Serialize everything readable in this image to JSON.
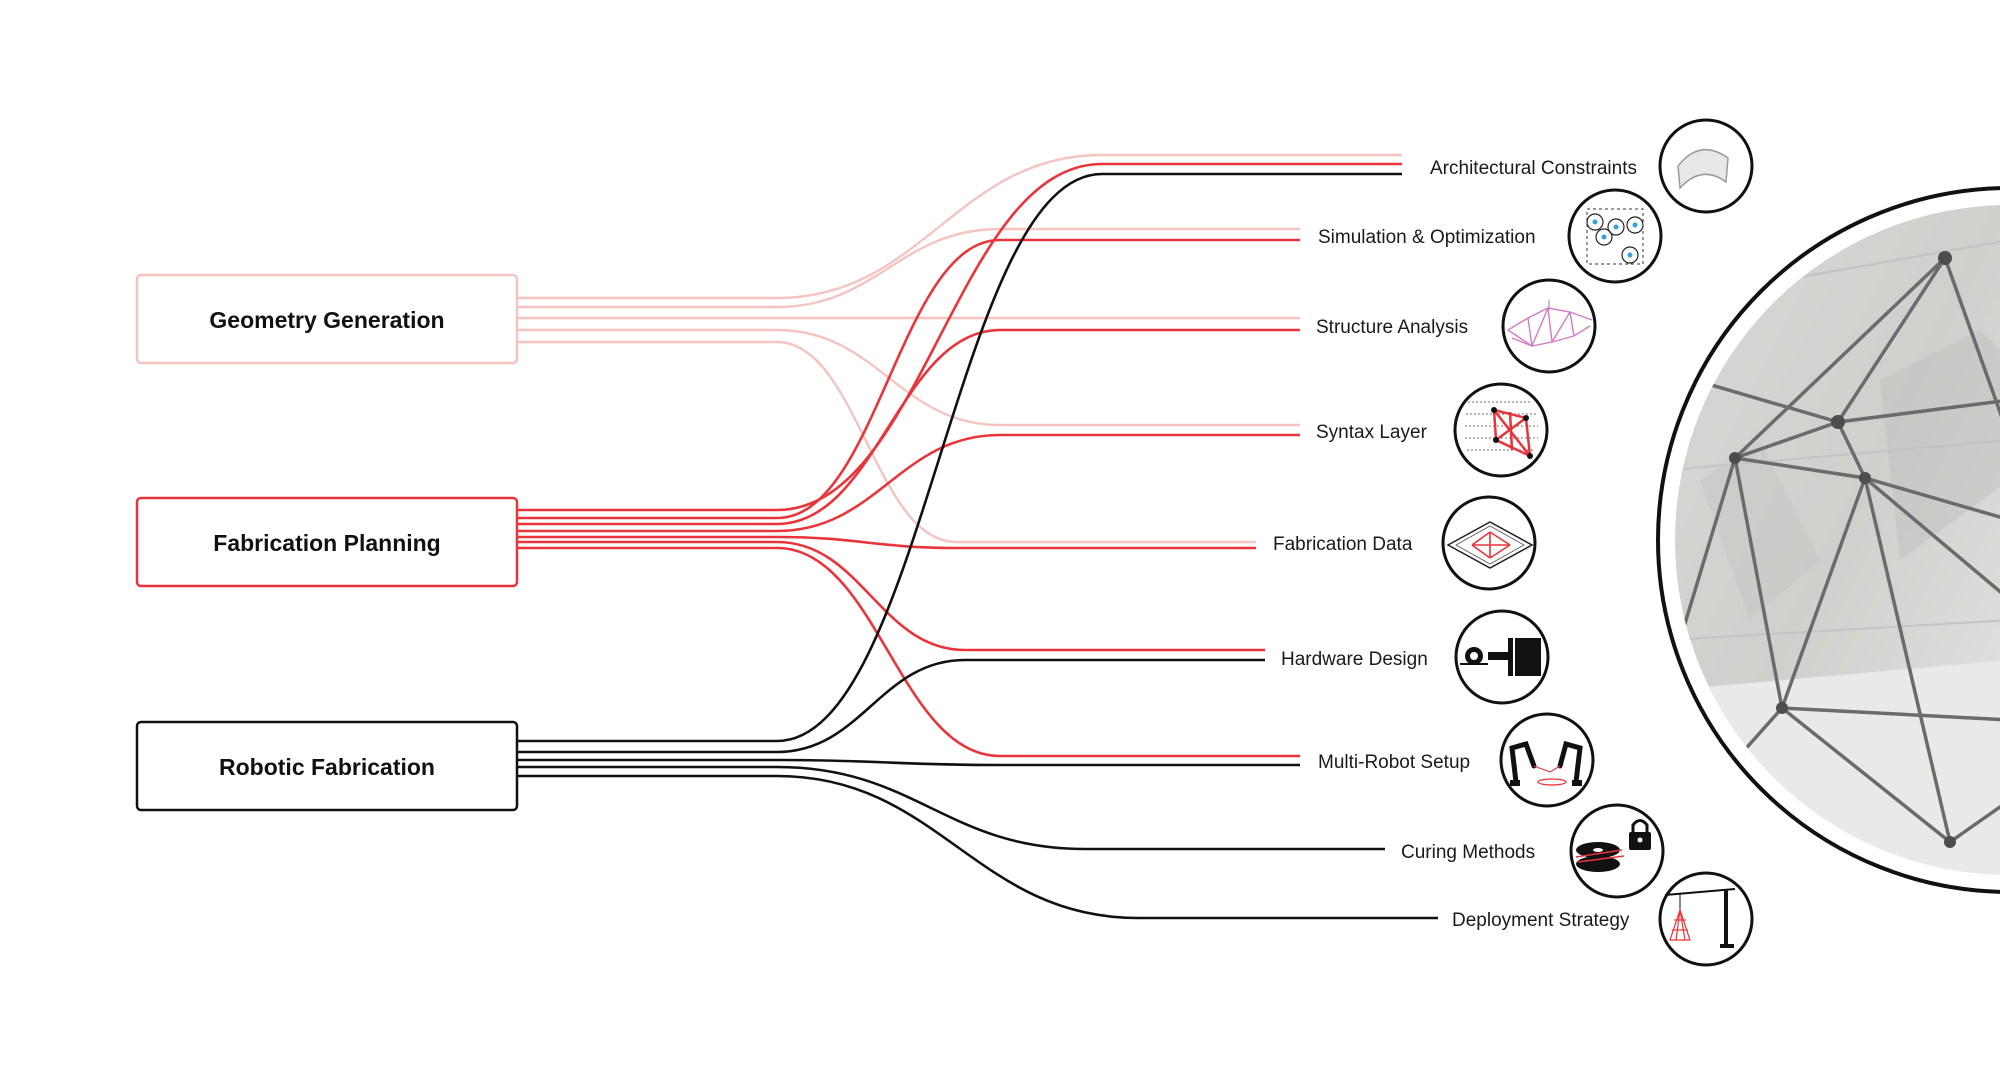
{
  "sources": [
    {
      "id": "geometry",
      "label": "Geometry Generation",
      "color": "#f5c4c0"
    },
    {
      "id": "fabrication",
      "label": "Fabrication Planning",
      "color": "#e8343a"
    },
    {
      "id": "robotic",
      "label": "Robotic Fabrication",
      "color": "#111111"
    }
  ],
  "targets": [
    {
      "id": "arch",
      "label": "Architectural Constraints",
      "icon": "curved-panel-icon"
    },
    {
      "id": "sim",
      "label": "Simulation & Optimization",
      "icon": "optimization-graph-icon"
    },
    {
      "id": "struct",
      "label": "Structure Analysis",
      "icon": "truss-analysis-icon"
    },
    {
      "id": "syntax",
      "label": "Syntax Layer",
      "icon": "syntax-network-icon"
    },
    {
      "id": "fabdata",
      "label": "Fabrication Data",
      "icon": "fabrication-plate-icon"
    },
    {
      "id": "hardware",
      "label": "Hardware Design",
      "icon": "end-effector-icon"
    },
    {
      "id": "multi",
      "label": "Multi-Robot Setup",
      "icon": "robot-arms-icon"
    },
    {
      "id": "curing",
      "label": "Curing Methods",
      "icon": "spool-lock-icon"
    },
    {
      "id": "deploy",
      "label": "Deployment Strategy",
      "icon": "crane-icon"
    }
  ],
  "connections": [
    {
      "from": "geometry",
      "to": "arch"
    },
    {
      "from": "geometry",
      "to": "sim"
    },
    {
      "from": "geometry",
      "to": "struct"
    },
    {
      "from": "geometry",
      "to": "syntax"
    },
    {
      "from": "geometry",
      "to": "fabdata"
    },
    {
      "from": "fabrication",
      "to": "arch"
    },
    {
      "from": "fabrication",
      "to": "sim"
    },
    {
      "from": "fabrication",
      "to": "struct"
    },
    {
      "from": "fabrication",
      "to": "syntax"
    },
    {
      "from": "fabrication",
      "to": "fabdata"
    },
    {
      "from": "fabrication",
      "to": "hardware"
    },
    {
      "from": "fabrication",
      "to": "multi"
    },
    {
      "from": "robotic",
      "to": "arch"
    },
    {
      "from": "robotic",
      "to": "hardware"
    },
    {
      "from": "robotic",
      "to": "multi"
    },
    {
      "from": "robotic",
      "to": "curing"
    },
    {
      "from": "robotic",
      "to": "deploy"
    }
  ],
  "photo": {
    "icon": "space-frame-photo"
  }
}
